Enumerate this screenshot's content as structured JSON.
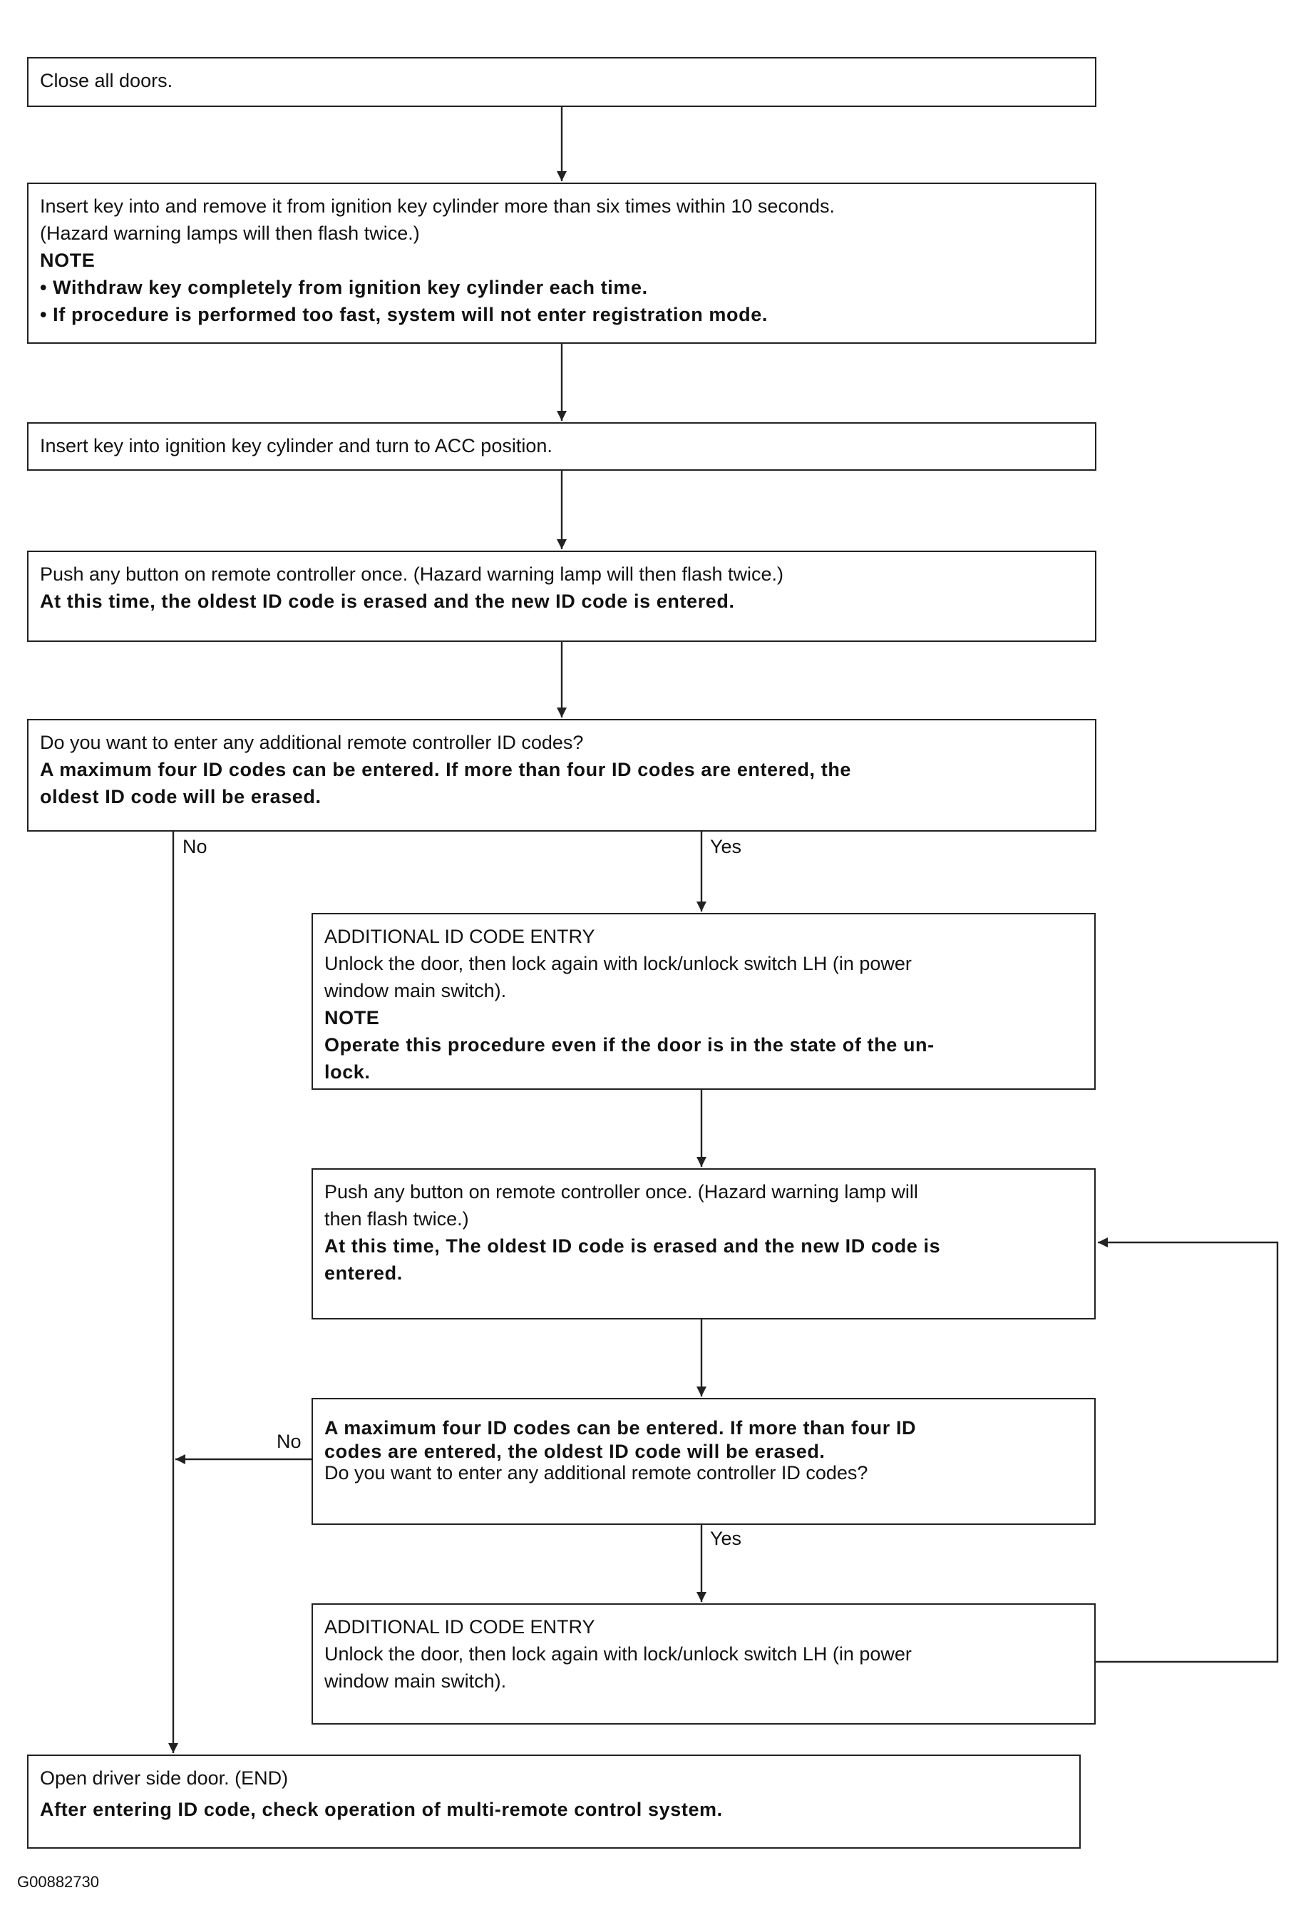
{
  "steps": {
    "s1": {
      "line1": "Close all doors."
    },
    "s2": {
      "line1": "Insert key into and remove it from ignition key cylinder more than six times within 10 seconds.",
      "line2": "(Hazard warning lamps will then flash twice.)",
      "note": "NOTE",
      "bullet1": "• Withdraw key completely from ignition key cylinder each time.",
      "bullet2": "• If procedure is performed too fast, system will not enter registration mode."
    },
    "s3": {
      "line1": "Insert key into ignition key cylinder and turn to ACC position."
    },
    "s4": {
      "line1": "Push any button on remote controller once. (Hazard warning lamp will then flash twice.)",
      "bold1": "At this time, the oldest ID code is erased and the new ID code is entered."
    },
    "s5": {
      "line1": "Do you want to enter any additional remote controller ID codes?",
      "bold1": "A maximum four ID codes can be entered. If more than four ID codes are entered, the",
      "bold2": "oldest ID code will be erased."
    },
    "s6": {
      "line1": "ADDITIONAL ID CODE ENTRY",
      "line2": "Unlock the door, then lock again with lock/unlock switch LH (in power",
      "line3": "window main switch).",
      "note": "NOTE",
      "bold1": "Operate this procedure even if the door is in the state of the un-",
      "bold2": "lock."
    },
    "s7": {
      "line1": "Push any button on remote controller once. (Hazard warning lamp will",
      "line2": "then flash twice.)",
      "bold1": "At this time, The oldest ID code is erased and the new ID code is",
      "bold2": "entered."
    },
    "s8": {
      "bold1": "A maximum four ID codes can be entered. If more than four ID",
      "bold2": "codes are entered, the oldest ID code will be erased.",
      "line1": "Do you want to enter any additional remote controller ID codes?"
    },
    "s9": {
      "line1": "ADDITIONAL ID CODE ENTRY",
      "line2": "Unlock the door, then lock again with lock/unlock switch LH (in power",
      "line3": "window main switch)."
    },
    "s10": {
      "line1": "Open driver side door. (END)",
      "bold1": "After entering ID code, check operation of multi-remote control system."
    }
  },
  "branch_labels": {
    "no1": "No",
    "yes1": "Yes",
    "no2": "No",
    "yes2": "Yes"
  },
  "figure_id": "G00882730"
}
